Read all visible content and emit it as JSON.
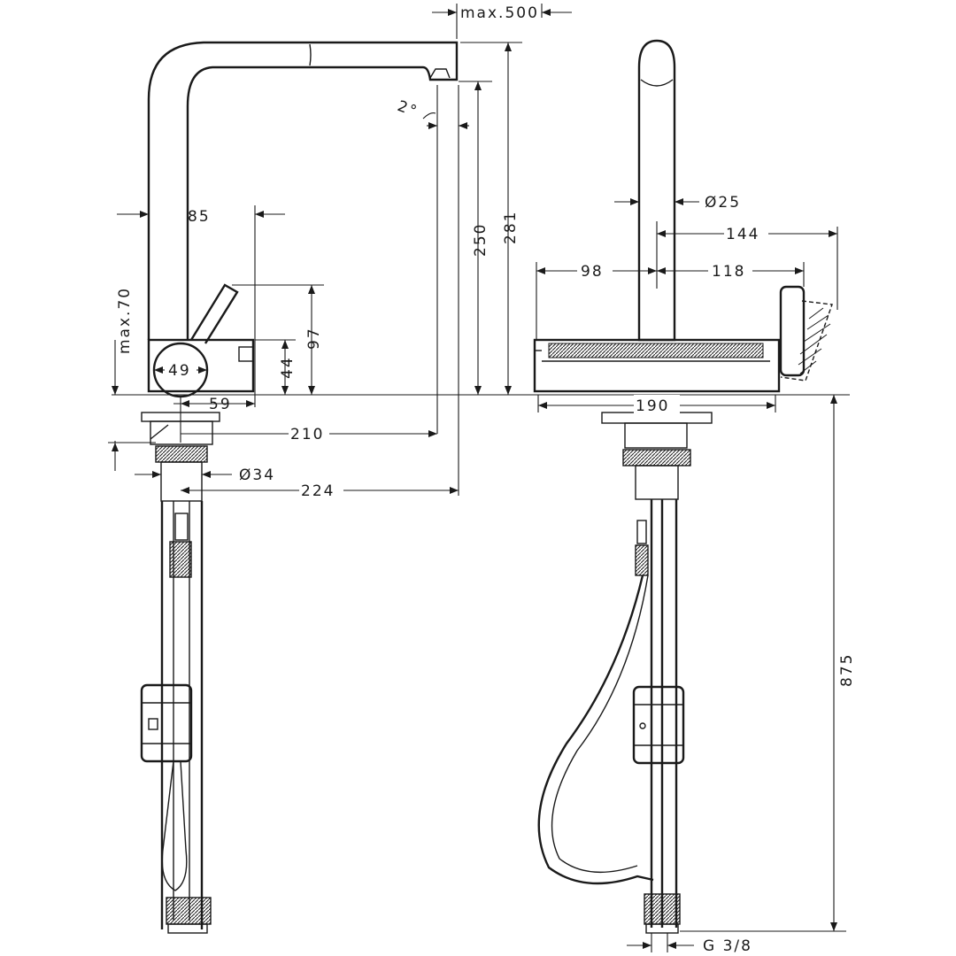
{
  "labels": {
    "max_500": "max.500",
    "angle_2": "2°",
    "dim_85": "85",
    "dim_250": "250",
    "dim_281": "281",
    "max_70": "max.70",
    "dim_97": "97",
    "dim_44": "44",
    "dim_49": "49",
    "dim_59": "59",
    "dim_210": "210",
    "dim_34": "Ø34",
    "dim_224": "224",
    "dim_25": "Ø25",
    "dim_144": "144",
    "dim_98": "98",
    "dim_118": "118",
    "dim_190": "190",
    "dim_875": "875",
    "g38": "G 3/8"
  }
}
